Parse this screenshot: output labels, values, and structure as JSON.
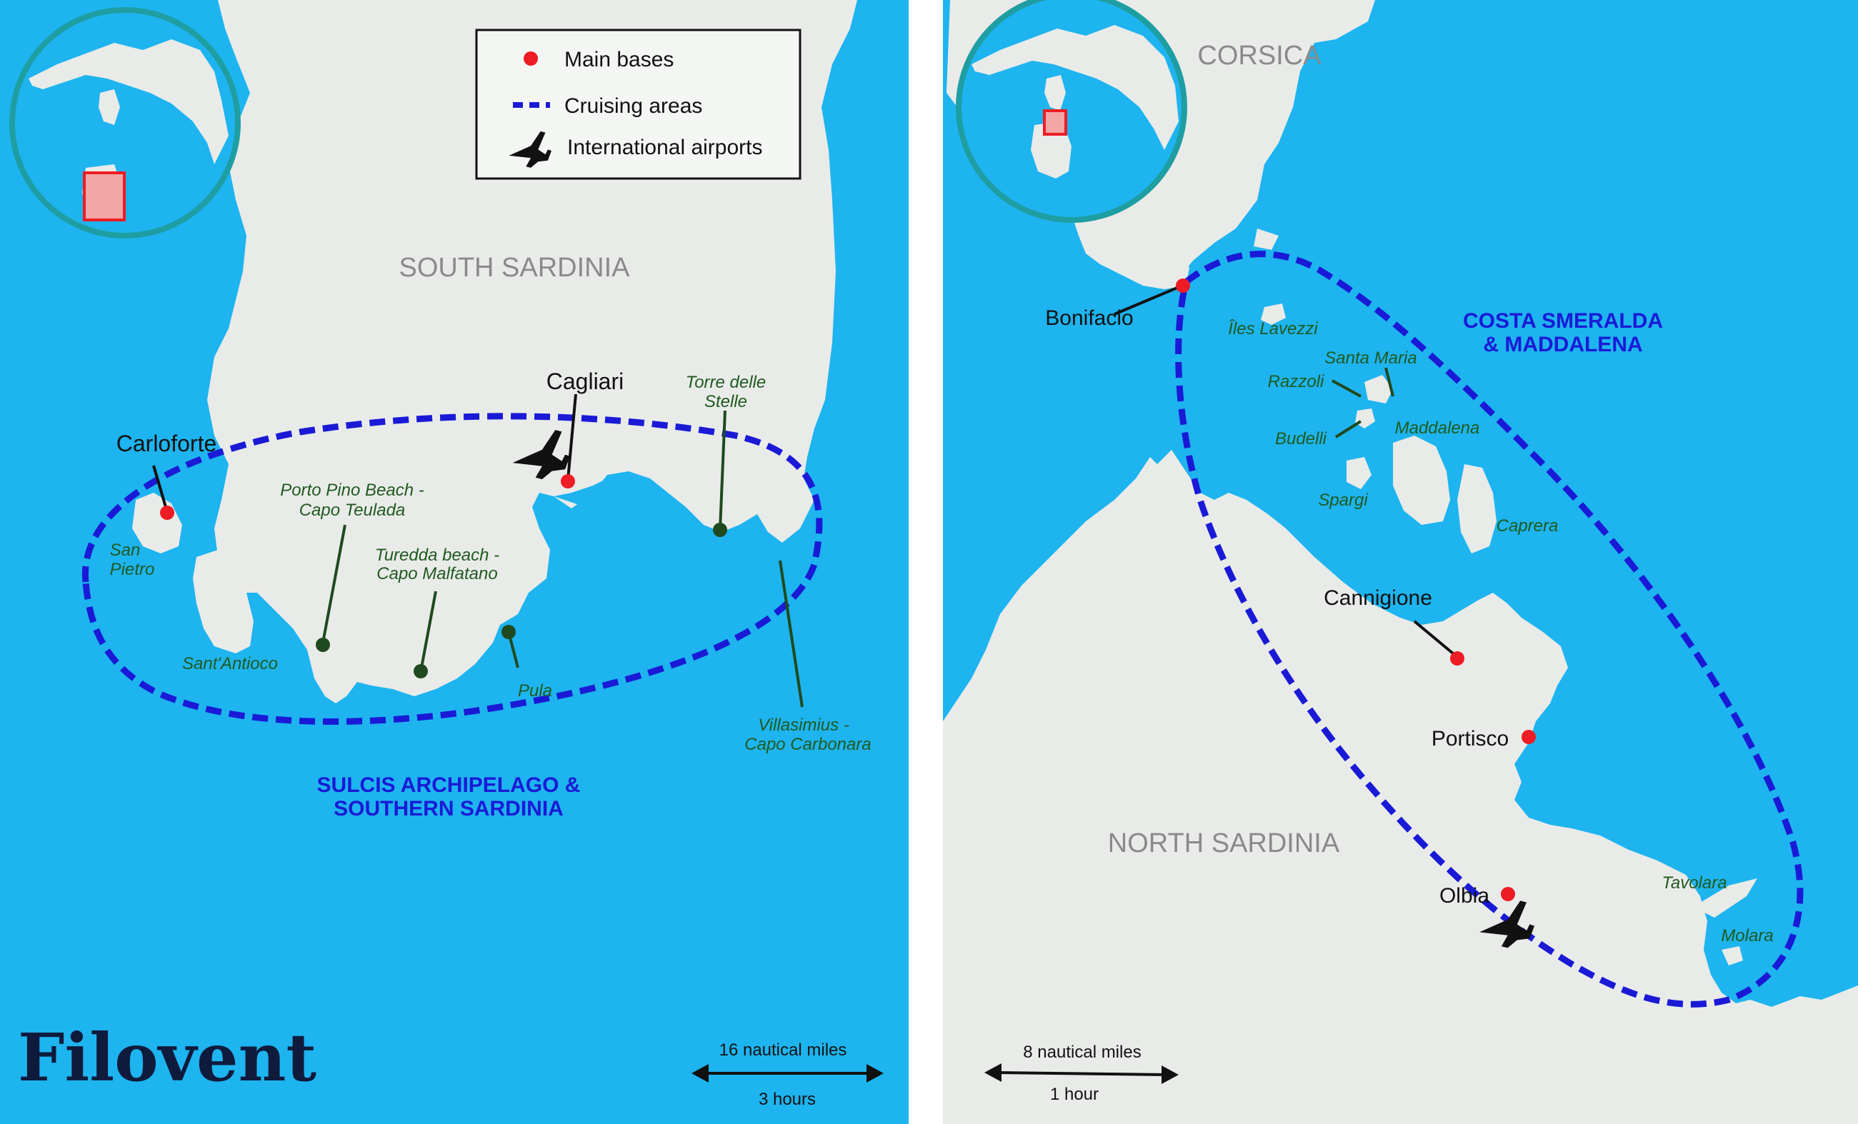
{
  "left_map": {
    "region_label": "SOUTH SARDINIA",
    "area_label_line1": "SULCIS ARCHIPELAGO &",
    "area_label_line2": "SOUTHERN SARDINIA",
    "bases": {
      "carloforte": "Carloforte",
      "cagliari": "Cagliari"
    },
    "places": {
      "san_pietro_1": "San",
      "san_pietro_2": "Pietro",
      "santantioco": "Sant'Antioco",
      "porto_pino_1": "Porto Pino Beach -",
      "porto_pino_2": "Capo Teulada",
      "turedda_1": "Turedda beach -",
      "turedda_2": "Capo Malfatano",
      "pula": "Pula",
      "torre_1": "Torre delle",
      "torre_2": "Stelle",
      "villasimius_1": "Villasimius -",
      "villasimius_2": "Capo Carbonara"
    },
    "scale": {
      "distance": "16 nautical miles",
      "time": "3 hours"
    }
  },
  "legend": {
    "main_bases": "Main bases",
    "cruising_areas": "Cruising areas",
    "airports": "International airports"
  },
  "right_map": {
    "top_region_label": "CORSICA",
    "region_label": "NORTH SARDINIA",
    "area_label_line1": "COSTA SMERALDA",
    "area_label_line2": "& MADDALENA",
    "bases": {
      "bonifacio": "Bonifacio",
      "cannigione": "Cannigione",
      "portisco": "Portisco",
      "olbia": "Olbia"
    },
    "places": {
      "lavezzi": "Îles Lavezzi",
      "santa_maria": "Santa Maria",
      "razzoli": "Razzoli",
      "budelli": "Budelli",
      "maddalena": "Maddalena",
      "spargi": "Spargi",
      "caprera": "Caprera",
      "tavolara": "Tavolara",
      "molara": "Molara"
    },
    "scale": {
      "distance": "8 nautical miles",
      "time": "1 hour"
    }
  },
  "brand": "Filovent",
  "colors": {
    "sea": "#1eb4ef",
    "land": "#e9ebe9",
    "base_dot": "#ee1c24",
    "cruising_route": "#1a1ad6",
    "place_dot": "#1f4a1f",
    "inset_ring": "#1e9ea2",
    "brand": "#0f1b3d"
  },
  "icons": {
    "airport": "airplane-icon",
    "base": "red-dot-icon",
    "route": "dashed-line-icon"
  }
}
